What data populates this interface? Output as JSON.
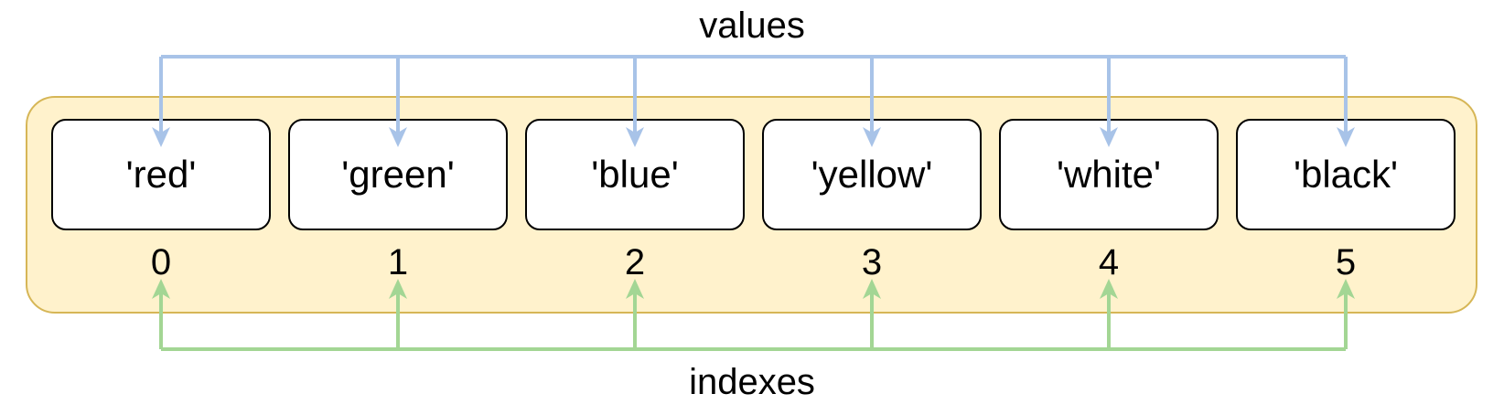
{
  "labels": {
    "values": "values",
    "indexes": "indexes"
  },
  "list": {
    "items": [
      {
        "value": "'red'",
        "index": "0"
      },
      {
        "value": "'green'",
        "index": "1"
      },
      {
        "value": "'blue'",
        "index": "2"
      },
      {
        "value": "'yellow'",
        "index": "3"
      },
      {
        "value": "'white'",
        "index": "4"
      },
      {
        "value": "'black'",
        "index": "5"
      }
    ]
  },
  "colors": {
    "canvas_bg": "#FFFFFF",
    "container_fill": "#FFF2CC",
    "container_border": "#D6B656",
    "value_box_fill": "#FFFFFF",
    "value_box_border": "#000000",
    "values_arrow": "#A8C3E8",
    "indexes_arrow": "#A3D694",
    "text": "#000000"
  }
}
